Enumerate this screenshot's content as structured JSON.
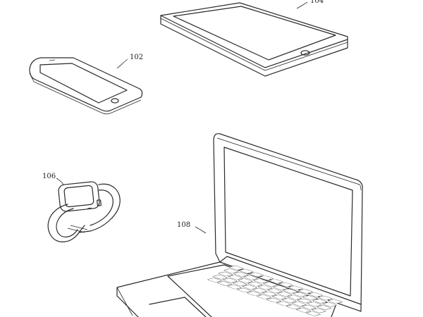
{
  "figure": {
    "devices": [
      {
        "id": "phone",
        "ref": "102",
        "icon": "smartphone-icon"
      },
      {
        "id": "tablet",
        "ref": "104",
        "icon": "tablet-icon"
      },
      {
        "id": "watch",
        "ref": "106",
        "icon": "smartwatch-icon"
      },
      {
        "id": "laptop",
        "ref": "108",
        "icon": "laptop-icon"
      }
    ]
  }
}
